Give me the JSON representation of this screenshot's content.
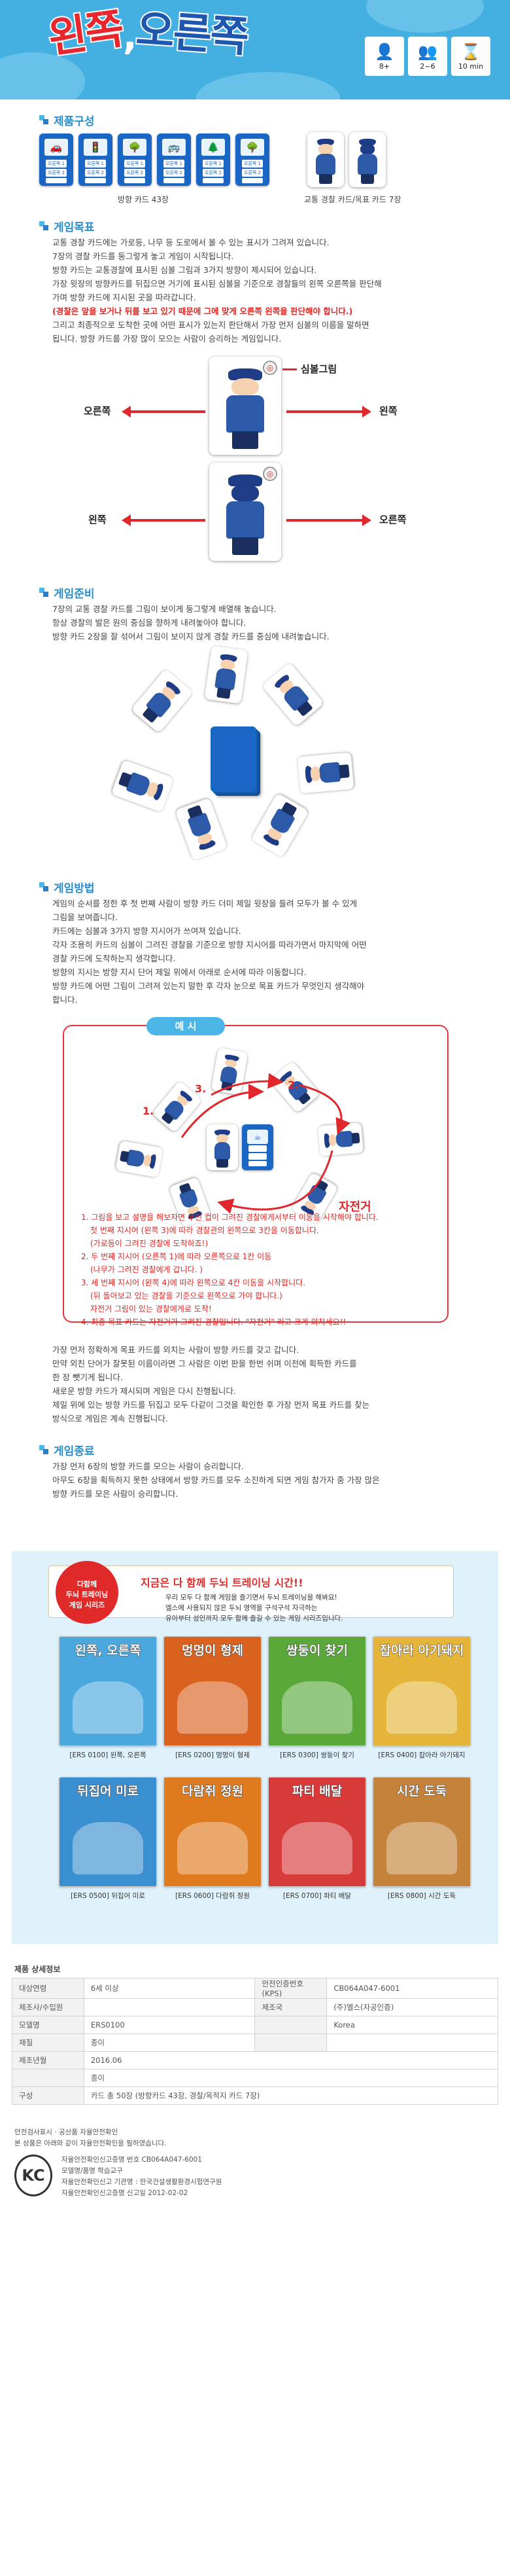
{
  "header": {
    "logo_part1": "왼쪽",
    "logo_part2": ",",
    "logo_part3": "오른쪽",
    "icons": [
      {
        "name": "players-icon",
        "glyph": "👤",
        "text": "8+"
      },
      {
        "name": "age-icon",
        "glyph": "👥",
        "text": "2~6"
      },
      {
        "name": "time-icon",
        "glyph": "⌛",
        "text": "10 min"
      }
    ]
  },
  "components": {
    "title": "제품구성",
    "direction_cards_caption": "방향 카드 43장",
    "police_cards_caption": "교통 경찰 카드/목표 카드 7장",
    "card_rows": [
      "오른쪽 1",
      "오른쪽 2",
      "오른쪽 3"
    ],
    "card_icons": [
      "🚗",
      "🚦",
      "🌳",
      "🚌",
      "🌲"
    ]
  },
  "goal": {
    "title": "게임목표",
    "lines": [
      "교통 경찰 카드에는 가로등, 나무 등 도로에서 볼 수 있는 표시가 그려져 있습니다.",
      "7장의 경찰 카드를 둥그렇게 놓고 게임이 시작됩니다.",
      "방향 카드는 교통경찰에 표시된 심볼 그림과 3가지 방향이 제시되어 있습니다.",
      "가장 윗장의 방향카드를 뒤집으면 거기에 표시된 심볼을 기준으로 경찰들의 왼쪽 오른쪽을 판단해",
      "가며 방향 카드에 지시된 곳을 따라갑니다."
    ],
    "red_line": "(경찰은 앞을 보거나 뒤를 보고 있기 때문에 그에 맞게 오른쪽 왼쪽을 판단해야 합니다.)",
    "lines2": [
      "그리고 최종적으로 도착한 곳에 어떤 표시가 있는지 판단해서 가장 먼저 심볼의 이름을 말하면",
      "됩니다. 방향 카드를 가장 많이 모으는 사람이 승리하는 게임입니다."
    ],
    "symbol_label": "심볼그림",
    "left_label": "왼쪽",
    "right_label": "오른쪽",
    "left_label_2": "왼쪽",
    "right_label_2": "오른쪽"
  },
  "setup": {
    "title": "게임준비",
    "lines": [
      "7장의 교통 경찰 카드를 그림이 보이게 둥그렇게 배열해 놓습니다.",
      "항상 경찰의 발은 원의 중심을 향하게 내려놓아야 합니다.",
      "방향 카드 2장을 잘 섞어서 그림이 보이지 않게 경찰 카드를 중심에 내려놓습니다."
    ]
  },
  "play": {
    "title": "게임방법",
    "lines": [
      "게임의 순서를 정한 후 첫 번째 사람이 방향 카드 더미 제일 윗장을 들려 모두가 볼 수 있게",
      "그림을 보여줍니다.",
      "카드에는 심볼과 3가지 방향 지시어가 쓰여져 있습니다.",
      "각자 조용히 카드의 심볼이 그려진 경찰을 기준으로 방향 지시어를 따라가면서 마지막에 어떤",
      "경찰 카드에 도착하는지 생각합니다.",
      "방향의 지시는 방향 지시 단어 제일 위에서 아래로 순서에 따라 이동합니다.",
      "방향 카드에 어떤 그림이 그려져 있는지 말한 후 각자 눈으로 목표 카드가 무엇인지 생각해야",
      "합니다."
    ]
  },
  "example": {
    "tab": "예 시",
    "num1": "1.",
    "num2": "2.",
    "num3": "3.",
    "dest_label": "자전거",
    "steps": [
      "1. 그림을 보고 설명을 해보자면 우선 컵이 그려진 경찰에게서부터 이동을 시작해야 합니다.",
      "첫 번째 지시어 (왼쪽 3)에 따라 경찰관의 왼쪽으로 3칸을 이동합니다.",
      "(가로등이 그려진 경찰에 도착하죠!)",
      "2. 두 번째 지시어 (오른쪽 1)에 따라 오른쪽으로 1칸 이동",
      "(나무가 그려진 경찰에게 갑니다. )",
      "3. 세 번째 지시어 (왼쪽 4)에 따라 왼쪽으로 4칸 이동을 시작합니다.",
      "(뒤 돌아보고 있는 경찰을 기준으로 왼쪽으로 가야 합니다.)",
      "자전거 그림이 있는 경찰에게로 도착!",
      "4. 최종 목표 카드는 자전거가 그려진 경찰입니다. \"자전거\" 라고 크게 외치세요!!"
    ]
  },
  "after_lines": [
    "가장 먼저 정확하게 목표 카드를 외치는 사람이 방향 카드를 갖고 갑니다.",
    "만약 외친 단어가 잘못된 이름이라면 그 사람은 이번 판을 한번 쉬며 이전에 획득한 카드를",
    "한 장 뺏기게 됩니다.",
    "새로운 방향 카드가 제시되며 게임은 다시 진행됩니다.",
    "제일 위에 있는 방향 카드를 뒤집고 모두 다같이 그것을 확인한 후 가장 먼저 목표 카드를 찾는",
    "방식으로 게임은 계속 진행됩니다."
  ],
  "end": {
    "title": "게임종료",
    "lines": [
      "가장 먼저 6장의 방향 카드를 모으는 사람이 승리합니다.",
      "아무도 6장을 획득하지 못한 상태에서 방향 카드를 모두 소진하게 되면 게임 참가자 중 가장 많은",
      "방향 카드를 모은 사람이 승리합니다."
    ]
  },
  "promo": {
    "badge": [
      "다함께",
      "두뇌 트레이닝",
      "게임 시리즈"
    ],
    "title": "지금은 다 함께 두뇌 트레이닝 시간!!",
    "sub": [
      "우리 모두 다 함께 게임을 즐기면서 두뇌 트레이닝을 해봐요!",
      "엘스에 사용되지 않은 두뇌 영역을 구석구석 자극하는",
      "유아부터 성인까지 모두 함께 즐길 수 있는 게임 시리즈입니다."
    ],
    "games": [
      {
        "title": "왼쪽, 오른쪽",
        "caption": "[ERS 0100] 왼쪽, 오른쪽",
        "color": "#4aa8de"
      },
      {
        "title": "멍멍이 형제",
        "caption": "[ERS 0200] 멍멍이 형제",
        "color": "#d9621e"
      },
      {
        "title": "쌍둥이 찾기",
        "caption": "[ERS 0300] 쌍둥이 찾기",
        "color": "#5aa83a"
      },
      {
        "title": "잡아라 아기돼지",
        "caption": "[ERS 0400] 잡아라 아기돼지",
        "color": "#e5b53a"
      },
      {
        "title": "뒤집어 미로",
        "caption": "[ERS 0500] 뒤집어 미로",
        "color": "#3a8fd0"
      },
      {
        "title": "다람쥐 정원",
        "caption": "[ERS 0600] 다람쥐 정원",
        "color": "#e07a1f"
      },
      {
        "title": "파티 배달",
        "caption": "[ERS 0700] 파티 배달",
        "color": "#d83a3a"
      },
      {
        "title": "시간 도둑",
        "caption": "[ERS 0800] 시간 도둑",
        "color": "#c4823a"
      }
    ]
  },
  "spec": {
    "title": "제품 상세정보",
    "rows": [
      [
        "대상연령",
        "6세 이상",
        "안전인증번호(KPS)",
        "CB064A047-6001"
      ],
      [
        "제조사/수입원",
        "",
        "제조국",
        "(주)엘스(자공인증)"
      ],
      [
        "모델명",
        "ERS0100",
        "",
        "Korea"
      ],
      [
        "재질",
        "종이",
        "",
        ""
      ],
      [
        "제조년월",
        "2016.06",
        "",
        ""
      ],
      [
        "",
        "종이",
        "",
        ""
      ],
      [
        "구성",
        "카드 총 50장 (방향카드 43장, 경찰/목적지 카드 7장)",
        "",
        ""
      ]
    ]
  },
  "footer": {
    "line1": "안전검사표시 · 공산품 자율안전확인",
    "line2": "본 상품은 아래와 같이 자율안전확인을 필하였습니다.",
    "kc_mark": "KC",
    "rows": [
      "자율안전확인신고증명 번호 CB064A047-6001",
      "모델명/품명          학습교구",
      "자율안전확인신고 기관명 : 한국건설생활환경시험연구원",
      "자율안전확인신고증명 신고일 2012-02-02"
    ]
  }
}
